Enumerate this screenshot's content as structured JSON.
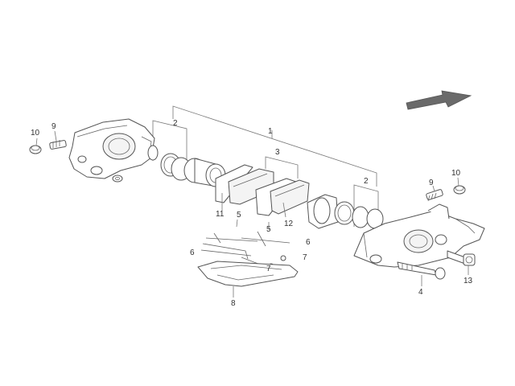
{
  "callouts": {
    "c1": "1",
    "c2_left": "2",
    "c2_right": "2",
    "c3": "3",
    "c4": "4",
    "c5_left": "5",
    "c5_right": "5",
    "c6_left": "6",
    "c6_right": "6",
    "c7_left": "7",
    "c7_right": "7",
    "c8": "8",
    "c9_left": "9",
    "c9_right": "9",
    "c10_left": "10",
    "c10_right": "10",
    "c11": "11",
    "c12": "12",
    "c13": "13"
  },
  "colors": {
    "line": "#555555",
    "arrow": "#666666",
    "background": "#ffffff"
  },
  "icons": {
    "direction": "forward-arrow-icon"
  }
}
